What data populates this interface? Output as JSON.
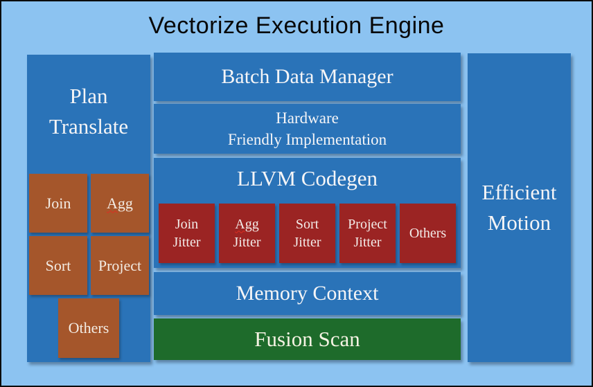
{
  "diagram": {
    "title": "Vectorize Execution Engine",
    "left_panel": {
      "title_line1": "Plan",
      "title_line2": "Translate",
      "boxes": [
        {
          "label": "Join"
        },
        {
          "label": "Agg"
        },
        {
          "label": "Sort"
        },
        {
          "label": "Project"
        },
        {
          "label": "Others"
        }
      ]
    },
    "middle": {
      "batch_label": "Batch Data Manager",
      "hardware_line1": "Hardware",
      "hardware_line2": "Friendly Implementation",
      "llvm_label": "LLVM Codegen",
      "jitter_boxes": [
        {
          "line1": "Join",
          "line2": "Jitter"
        },
        {
          "line1": "Agg",
          "line2": "Jitter"
        },
        {
          "line1": "Sort",
          "line2": "Jitter"
        },
        {
          "line1": "Project",
          "line2": "Jitter"
        },
        {
          "line1": "Others",
          "line2": ""
        }
      ],
      "memory_label": "Memory Context",
      "fusion_label": "Fusion Scan"
    },
    "right_panel": {
      "title_line1": "Efficient",
      "title_line2": "Motion"
    },
    "colors": {
      "background": "#8CC3F1",
      "panel_blue": "#2A73B8",
      "box_brown": "#A5562B",
      "box_red": "#9B2423",
      "box_green": "#1E6B2B",
      "title_text": "#070707",
      "panel_text": "#FFFFFF",
      "misspell_underline": "#E02C20"
    }
  }
}
